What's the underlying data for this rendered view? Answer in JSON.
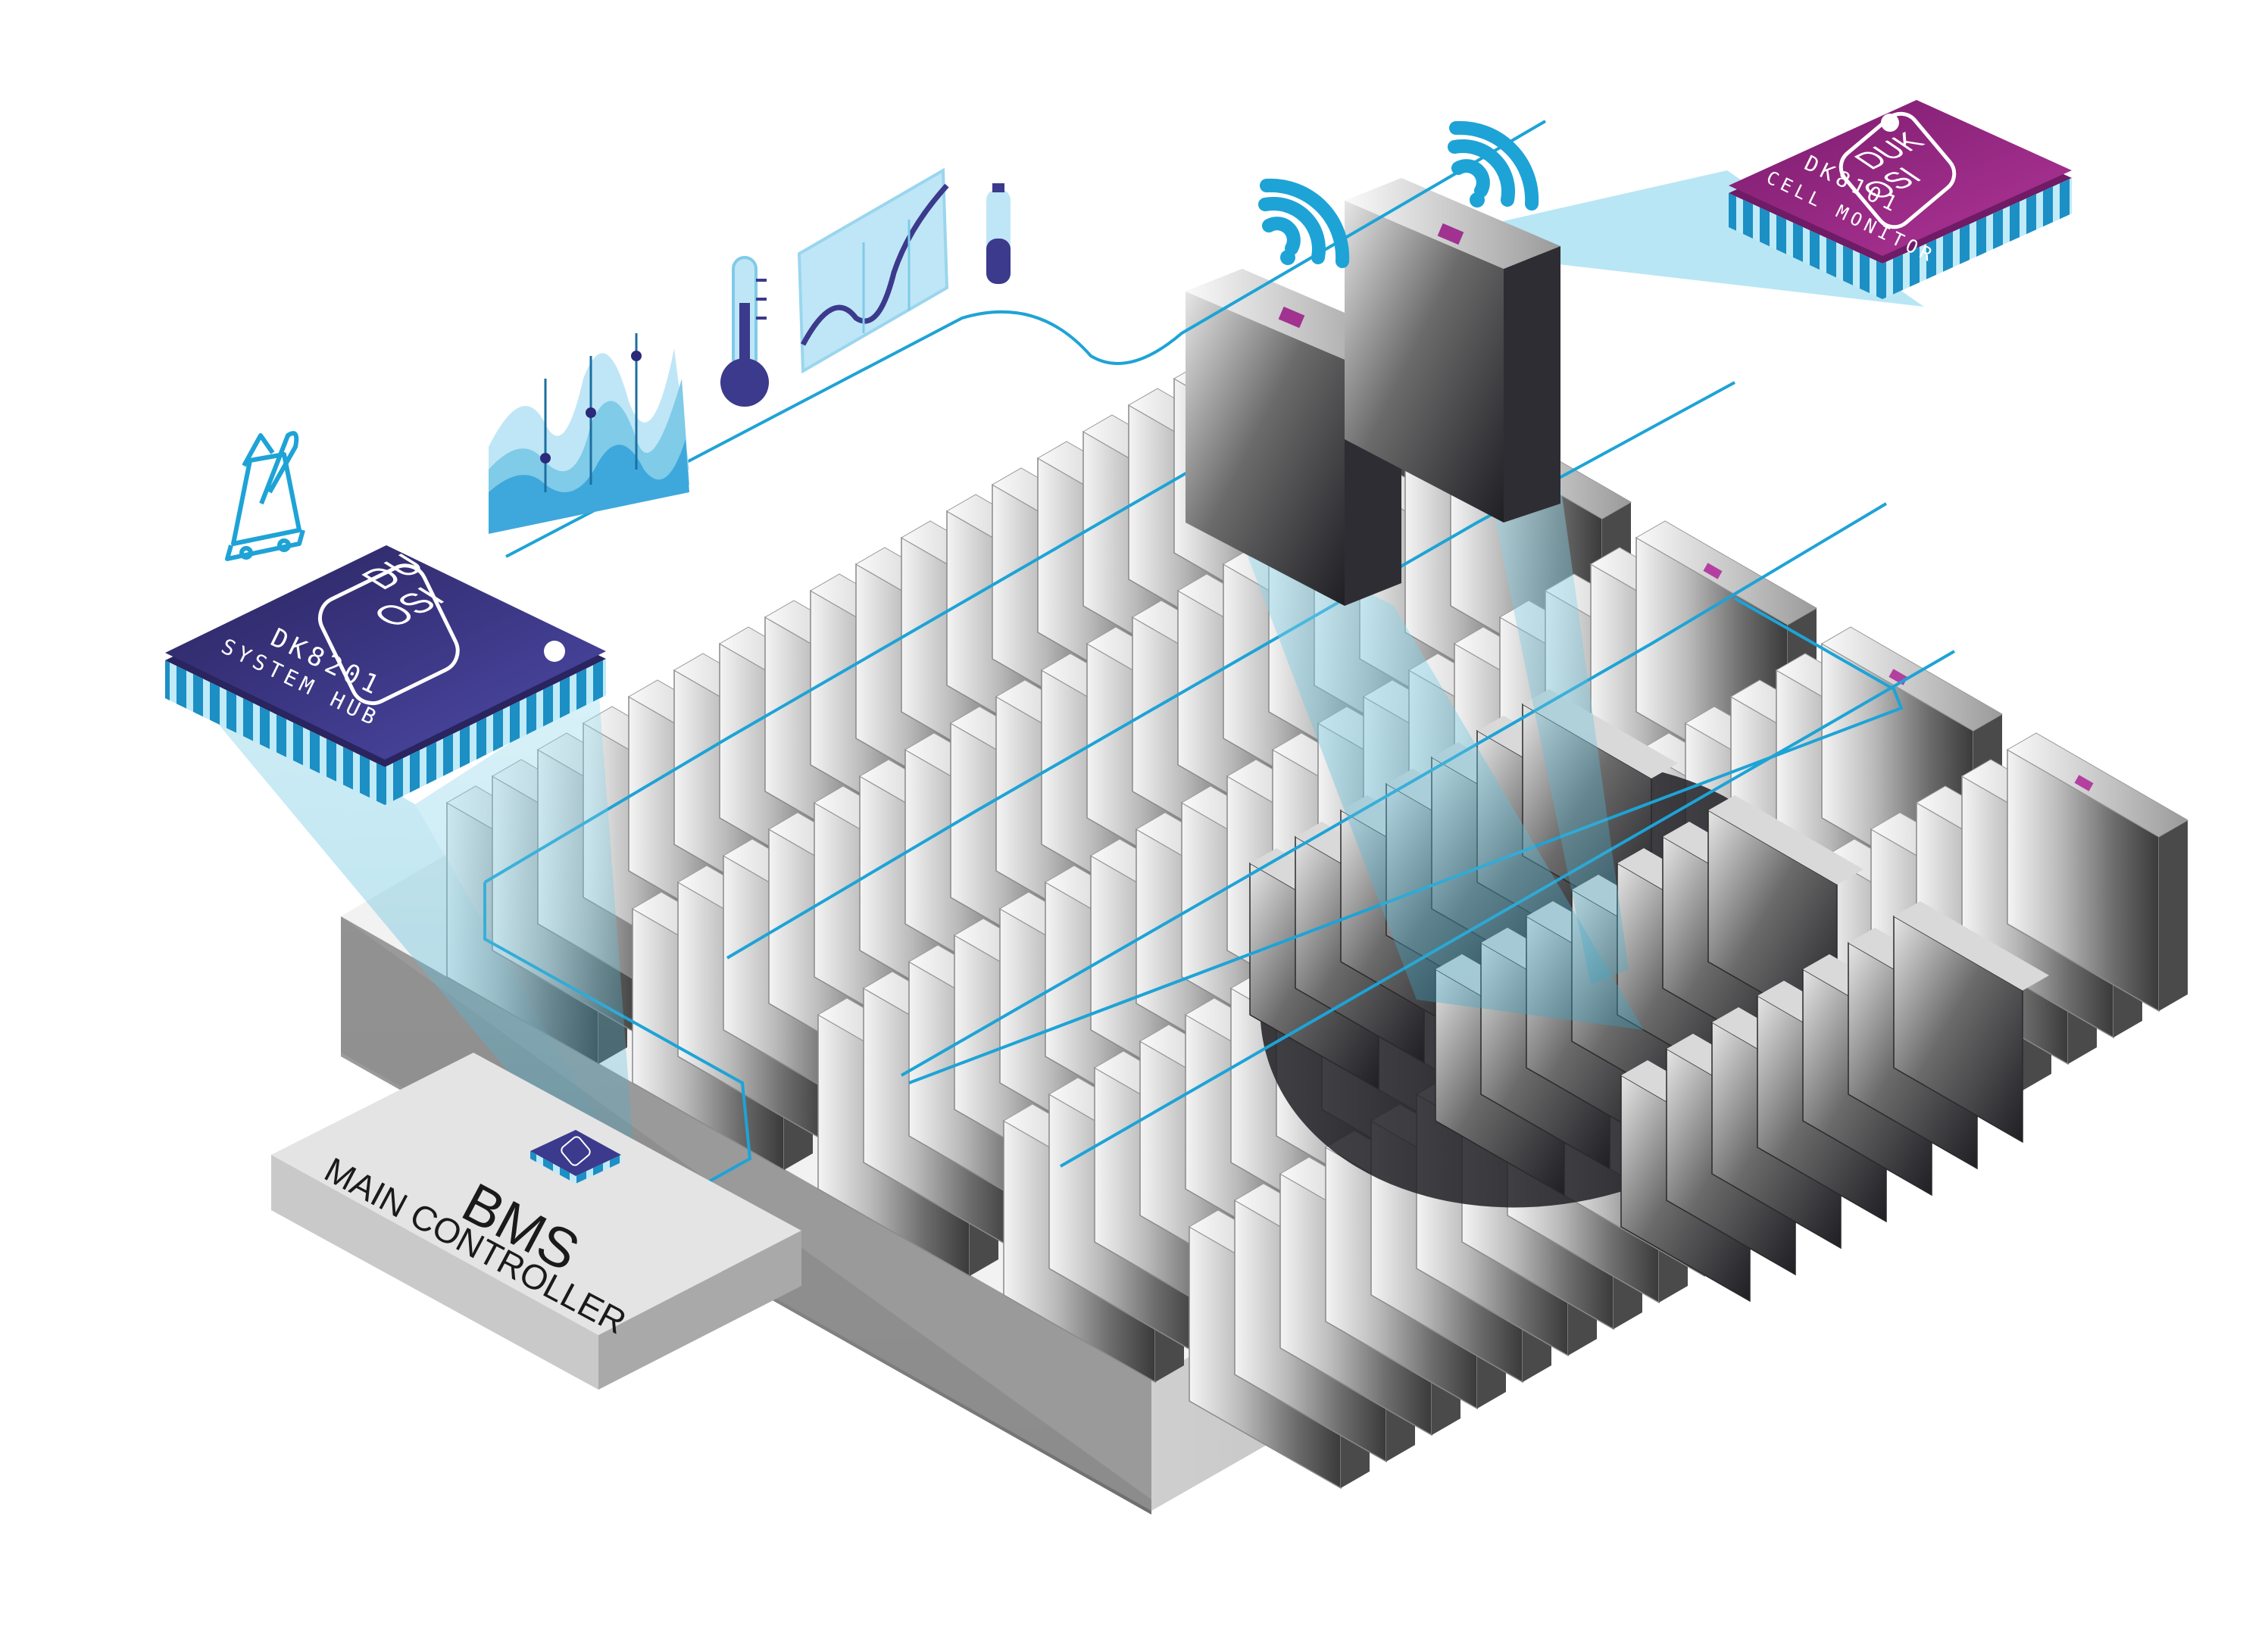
{
  "system_hub": {
    "logo_line1": "DUK",
    "logo_line2": "OSI",
    "model": "DK8201",
    "name": "SYSTEM HUB"
  },
  "cell_monitor": {
    "logo_line1": "DUK",
    "logo_line2": "OSI",
    "model": "DK8101",
    "name": "CELL MONITOR"
  },
  "controller": {
    "title": "BMS",
    "subtitle": "MAIN CONTROLLER"
  },
  "icons": [
    "metronome-icon",
    "waveform-chart-icon",
    "thermometer-icon",
    "line-chart-icon",
    "battery-level-icon",
    "wireless-signal-icon"
  ],
  "colors": {
    "hub_chip": "#3d3a8f",
    "monitor_chip": "#93267f",
    "link_line": "#1ea3d6",
    "highlight": "#8fd6ea"
  }
}
